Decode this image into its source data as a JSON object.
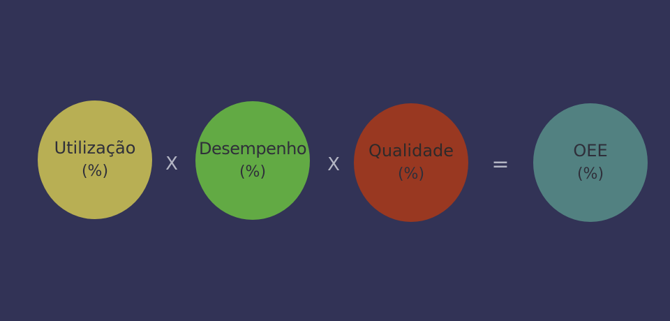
{
  "diagram": {
    "terms": [
      {
        "label": "Utilização",
        "unit": "(%)",
        "color": "#b8af54"
      },
      {
        "label": "Desempenho",
        "unit": "(%)",
        "color": "#62aa44"
      },
      {
        "label": "Qualidade",
        "unit": "(%)",
        "color": "#993821"
      }
    ],
    "result": {
      "label": "OEE",
      "unit": "(%)",
      "color": "#528181"
    },
    "operators": [
      "X",
      "X",
      "="
    ],
    "background_color": "#323356"
  }
}
